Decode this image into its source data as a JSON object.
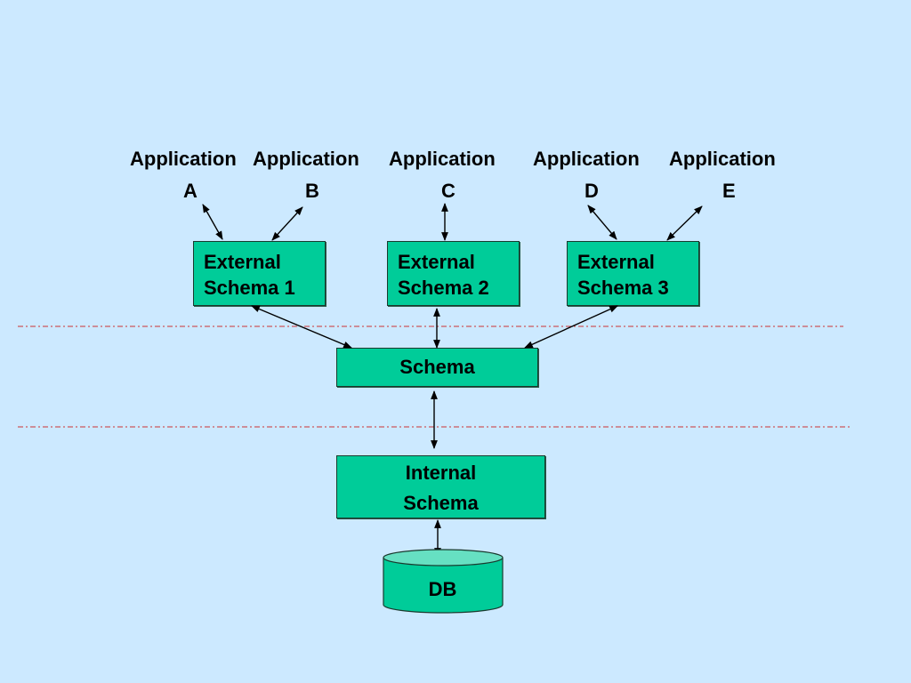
{
  "applications": [
    {
      "line1": "Application",
      "line2": "A"
    },
    {
      "line1": "Application",
      "line2": "B"
    },
    {
      "line1": "Application",
      "line2": "C"
    },
    {
      "line1": "Application",
      "line2": "D"
    },
    {
      "line1": "Application",
      "line2": "E"
    }
  ],
  "external_schemas": [
    {
      "line1": "External",
      "line2": "Schema 1"
    },
    {
      "line1": "External",
      "line2": "Schema 2"
    },
    {
      "line1": "External",
      "line2": "Schema 3"
    }
  ],
  "conceptual_schema": {
    "label": "Schema"
  },
  "internal_schema": {
    "line1": "Internal",
    "line2": "Schema"
  },
  "database": {
    "label": "DB"
  },
  "colors": {
    "background": "#cce9ff",
    "box_fill": "#00cc99",
    "cylinder_top": "#66e0c2",
    "divider": "#cc3333",
    "arrow": "#000000"
  }
}
